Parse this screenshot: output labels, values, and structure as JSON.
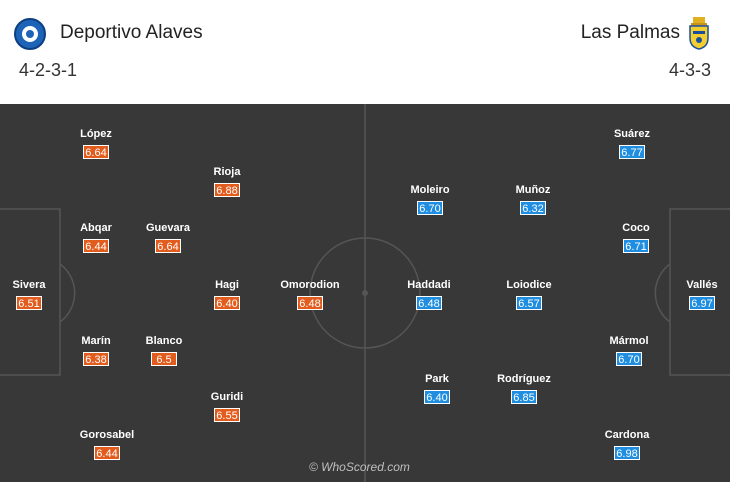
{
  "home": {
    "name": "Deportivo Alaves",
    "formation": "4-2-3-1",
    "badge": "deportivo-alaves-crest",
    "rating_color": "#e25c1e",
    "players": [
      {
        "name": "López",
        "rating": "6.64"
      },
      {
        "name": "Rioja",
        "rating": "6.88"
      },
      {
        "name": "Abqar",
        "rating": "6.44"
      },
      {
        "name": "Guevara",
        "rating": "6.64"
      },
      {
        "name": "Sivera",
        "rating": "6.51"
      },
      {
        "name": "Hagi",
        "rating": "6.40"
      },
      {
        "name": "Omorodion",
        "rating": "6.48"
      },
      {
        "name": "Marín",
        "rating": "6.38"
      },
      {
        "name": "Blanco",
        "rating": "6.5"
      },
      {
        "name": "Guridi",
        "rating": "6.55"
      },
      {
        "name": "Gorosabel",
        "rating": "6.44"
      }
    ]
  },
  "away": {
    "name": "Las Palmas",
    "formation": "4-3-3",
    "badge": "las-palmas-crest",
    "rating_color": "#1f8ee0",
    "players": [
      {
        "name": "Suárez",
        "rating": "6.77"
      },
      {
        "name": "Moleiro",
        "rating": "6.70"
      },
      {
        "name": "Muñoz",
        "rating": "6.32"
      },
      {
        "name": "Coco",
        "rating": "6.71"
      },
      {
        "name": "Haddadi",
        "rating": "6.48"
      },
      {
        "name": "Loiodice",
        "rating": "6.57"
      },
      {
        "name": "Vallés",
        "rating": "6.97"
      },
      {
        "name": "Mármol",
        "rating": "6.70"
      },
      {
        "name": "Park",
        "rating": "6.40"
      },
      {
        "name": "Rodríguez",
        "rating": "6.85"
      },
      {
        "name": "Cardona",
        "rating": "6.98"
      }
    ]
  },
  "watermark": "© WhoScored.com"
}
